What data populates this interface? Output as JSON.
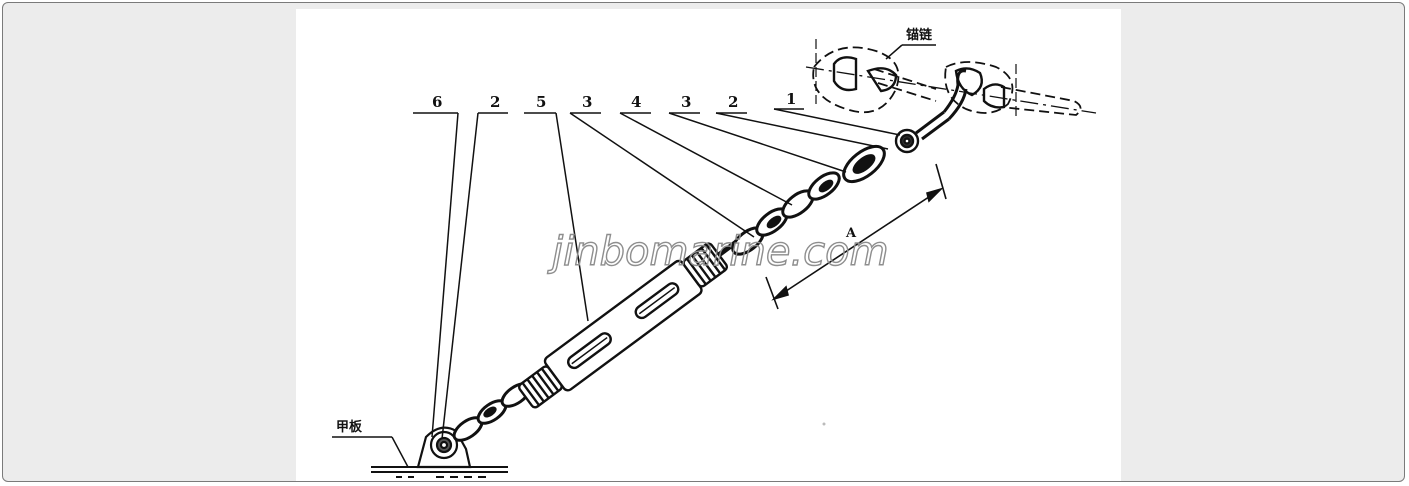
{
  "callouts": [
    "6",
    "2",
    "5",
    "3",
    "4",
    "3",
    "2",
    "1"
  ],
  "labels": {
    "chain": "锚链",
    "deck": "甲板",
    "dimension": "A"
  },
  "watermark": "jinbomarine.com",
  "colors": {
    "frame_bg": "#ececec",
    "drawing_bg": "#ffffff",
    "ink": "#111111",
    "watermark": "#8e8e8e"
  }
}
